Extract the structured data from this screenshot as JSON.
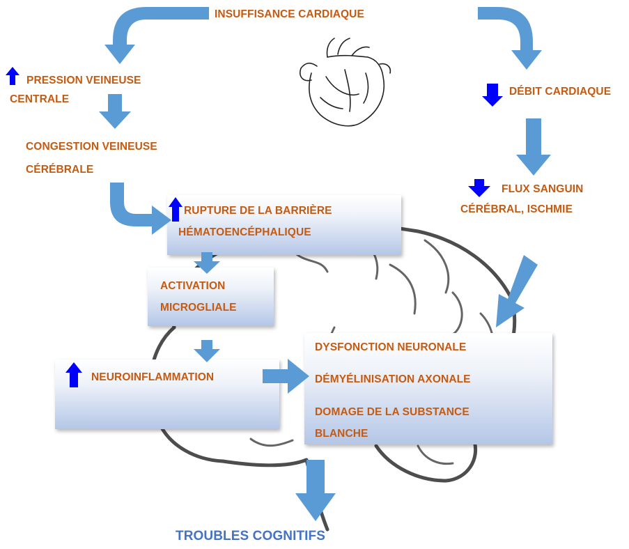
{
  "colors": {
    "label_text": "#c55a11",
    "final_text": "#4472c4",
    "flow_arrow": "#5b9bd5",
    "indicator_arrow": "#0000ff"
  },
  "nodes": {
    "insuffisance": {
      "lines": [
        "INSUFFISANCE CARDIAQUE"
      ]
    },
    "pression": {
      "lines": [
        "PRESSION VEINEUSE",
        "CENTRALE"
      ],
      "indicator": "up"
    },
    "congestion": {
      "lines": [
        "CONGESTION VEINEUSE",
        "CÉRÉBRALE"
      ]
    },
    "debit": {
      "lines": [
        "DÉBIT CARDIAQUE"
      ],
      "indicator": "down"
    },
    "flux": {
      "lines": [
        "FLUX SANGUIN",
        "CÉRÉBRAL, ISCHMIE"
      ],
      "indicator": "down"
    },
    "rupture": {
      "lines": [
        "RUPTURE DE LA BARRIÈRE",
        "HÉMATOENCÉPHALIQUE"
      ],
      "indicator": "up"
    },
    "activation": {
      "lines": [
        "ACTIVATION",
        "MICROGLIALE"
      ]
    },
    "neuroinflammation": {
      "lines": [
        "NEUROINFLAMMATION"
      ],
      "indicator": "up"
    },
    "dysfonction": {
      "lines": [
        "DYSFONCTION NEURONALE"
      ]
    },
    "demyelinisation": {
      "lines": [
        "DÉMYÉLINISATION AXONALE"
      ]
    },
    "domage": {
      "lines": [
        "DOMAGE DE LA SUBSTANCE",
        "BLANCHE"
      ]
    },
    "troubles": {
      "lines": [
        "TROUBLES COGNITIFS"
      ]
    }
  },
  "images": {
    "heart": "heart-line-drawing",
    "brain": "brain-line-drawing"
  }
}
